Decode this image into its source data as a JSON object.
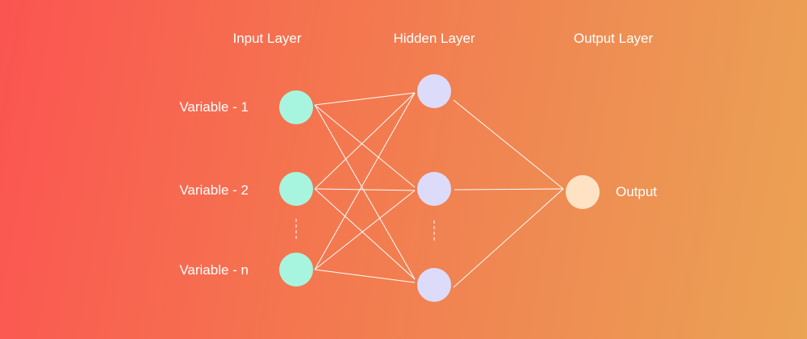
{
  "layers": {
    "input_title": "Input Layer",
    "hidden_title": "Hidden Layer",
    "output_title": "Output Layer"
  },
  "inputs": [
    "Variable - 1",
    "Variable - 2",
    "Variable - n"
  ],
  "output_label": "Output",
  "colors": {
    "background_start": "#fb5451",
    "background_end": "#eba354",
    "input_node": "#a8f5df",
    "hidden_node": "#dcdcfa",
    "output_node": "#fde3c3",
    "connection_line": "#ffffff"
  }
}
